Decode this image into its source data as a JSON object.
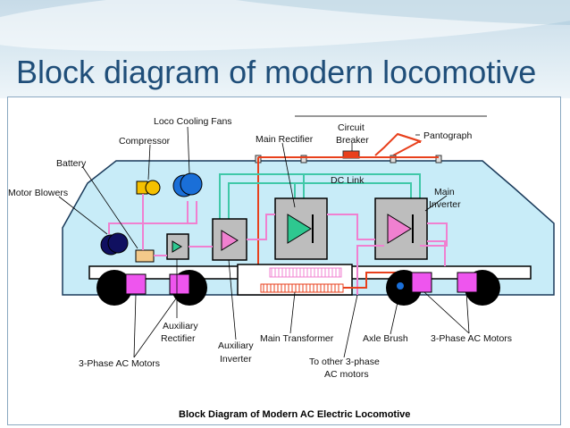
{
  "title": "Block diagram of modern locomotive",
  "diagram": {
    "caption": "Block Diagram of Modern AC Electric Locomotive",
    "labels": {
      "loco_cooling_fans": "Loco Cooling Fans",
      "compressor": "Compressor",
      "battery": "Battery",
      "motor_blowers": "Motor Blowers",
      "main_rectifier": "Main Rectifier",
      "circuit": "Circuit",
      "breaker": "Breaker",
      "pantograph": "Pantograph",
      "dc_link": "DC Link",
      "main": "Main",
      "inverter": "Inverter",
      "auxiliary_rectifier_1": "Auxiliary",
      "auxiliary_rectifier_2": "Rectifier",
      "auxiliary_inverter_1": "Auxiliary",
      "auxiliary_inverter_2": "Inverter",
      "main_transformer": "Main Transformer",
      "axle_brush": "Axle Brush",
      "motors_right": "3-Phase AC Motors",
      "motors_left": "3-Phase AC Motors",
      "other_motors_1": "To other 3-phase",
      "other_motors_2": "AC motors"
    },
    "colors": {
      "body": "#c8ecf8",
      "hv_line": "#e8401c",
      "dc_link": "#40c8a8",
      "aux": "#f080d0",
      "motor": "#ee55ee",
      "fan": "#1a6fd8",
      "compressor": "#f5c000",
      "battery": "#f3c98a",
      "blower": "#101060"
    }
  }
}
